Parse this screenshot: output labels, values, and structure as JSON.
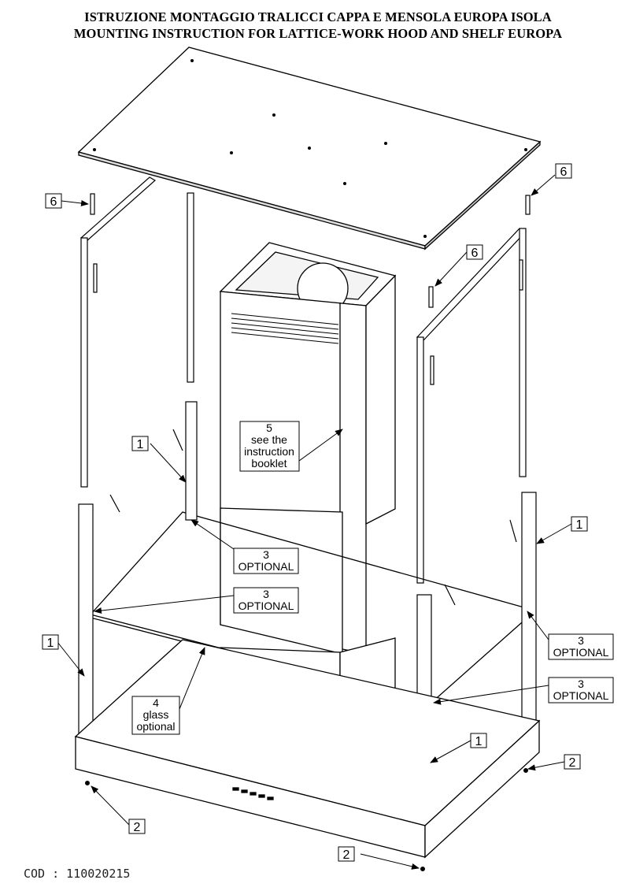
{
  "title_line1": "ISTRUZIONE MONTAGGIO TRALICCI CAPPA E MENSOLA EUROPA ISOLA",
  "title_line2": "MOUNTING INSTRUCTION FOR LATTICE-WORK HOOD AND SHELF EUROPA",
  "callouts": {
    "part1": "1",
    "part2": "2",
    "part3": "3",
    "part3_text": "OPTIONAL",
    "part4": "4",
    "part4_line2": "glass",
    "part4_line3": "optional",
    "part5": "5",
    "part5_line2": "see the",
    "part5_line3": "instruction",
    "part5_line4": "booklet",
    "part6": "6"
  },
  "code_label": "COD : 110020215"
}
